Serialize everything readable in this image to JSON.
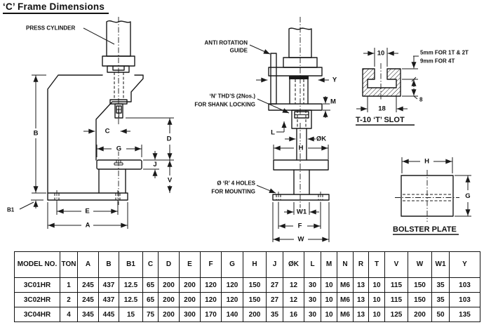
{
  "title": "‘C’ Frame Dimensions",
  "front_view": {
    "press_cylinder": "PRESS CYLINDER",
    "A": "A",
    "B": "B",
    "B1": "B1",
    "C": "C",
    "D": "D",
    "E": "E",
    "G": "G",
    "J": "J",
    "V": "V"
  },
  "side_view": {
    "anti_rotation_1": "ANTI ROTATION",
    "anti_rotation_2": "GUIDE",
    "n_thds_1": "‘N’ THD’S (2Nos.)",
    "n_thds_2": "FOR SHANK LOCKING",
    "r_holes_1": "Ø ‘R’ 4 HOLES",
    "r_holes_2": "FOR MOUNTING",
    "Y": "Y",
    "M": "M",
    "L": "L",
    "OK": "ØK",
    "H": "H",
    "W1": "W1",
    "F": "F",
    "W": "W"
  },
  "t_slot": {
    "title": "T-10 ‘T’ SLOT",
    "d10": "10",
    "d18": "18",
    "d8": "8",
    "note1": "5mm FOR 1T & 2T",
    "note2": "9mm FOR 4T"
  },
  "bolster_plate": {
    "title": "BOLSTER PLATE",
    "H": "H",
    "G": "G"
  },
  "table": {
    "headers": [
      "MODEL NO.",
      "TON",
      "A",
      "B",
      "B1",
      "C",
      "D",
      "E",
      "F",
      "G",
      "H",
      "J",
      "ØK",
      "L",
      "M",
      "N",
      "R",
      "T",
      "V",
      "W",
      "W1",
      "Y"
    ],
    "rows": [
      [
        "3C01HR",
        "1",
        "245",
        "437",
        "12.5",
        "65",
        "200",
        "200",
        "120",
        "120",
        "150",
        "27",
        "12",
        "30",
        "10",
        "M6",
        "13",
        "10",
        "115",
        "150",
        "35",
        "103"
      ],
      [
        "3C02HR",
        "2",
        "245",
        "437",
        "12.5",
        "65",
        "200",
        "200",
        "120",
        "120",
        "150",
        "27",
        "12",
        "30",
        "10",
        "M6",
        "13",
        "10",
        "115",
        "150",
        "35",
        "103"
      ],
      [
        "3C04HR",
        "4",
        "345",
        "445",
        "15",
        "75",
        "200",
        "300",
        "170",
        "140",
        "200",
        "35",
        "16",
        "30",
        "10",
        "M6",
        "13",
        "10",
        "125",
        "200",
        "50",
        "135"
      ]
    ]
  },
  "colors": {
    "line": "#1a1a1a",
    "background": "#ffffff"
  }
}
